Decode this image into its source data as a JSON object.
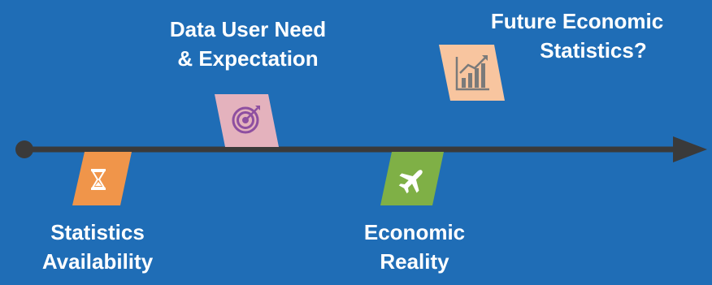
{
  "nodes": {
    "data_user": {
      "line1": "Data User Need",
      "line2": "& Expectation",
      "color": "#e4b2bd",
      "icon": "target-icon"
    },
    "future": {
      "line1": "Future Economic",
      "line2": "Statistics?",
      "color": "#f8c59f",
      "icon": "growth-chart-icon"
    },
    "statistics": {
      "line1": "Statistics",
      "line2": "Availability",
      "color": "#f0954a",
      "icon": "hourglass-icon"
    },
    "economic": {
      "line1": "Economic",
      "line2": "Reality",
      "color": "#7fb046",
      "icon": "airplane-icon"
    }
  },
  "timeline": {
    "color": "#3a3a3a",
    "background": "#1f6db6"
  }
}
